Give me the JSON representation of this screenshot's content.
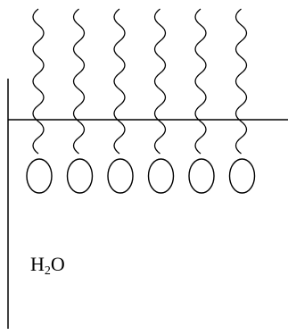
{
  "diagram": {
    "molecule_count": 6,
    "water_label": {
      "base": "H",
      "subscript": "2",
      "tail": "O"
    },
    "colors": {
      "stroke": "#000000",
      "background": "#ffffff"
    }
  }
}
